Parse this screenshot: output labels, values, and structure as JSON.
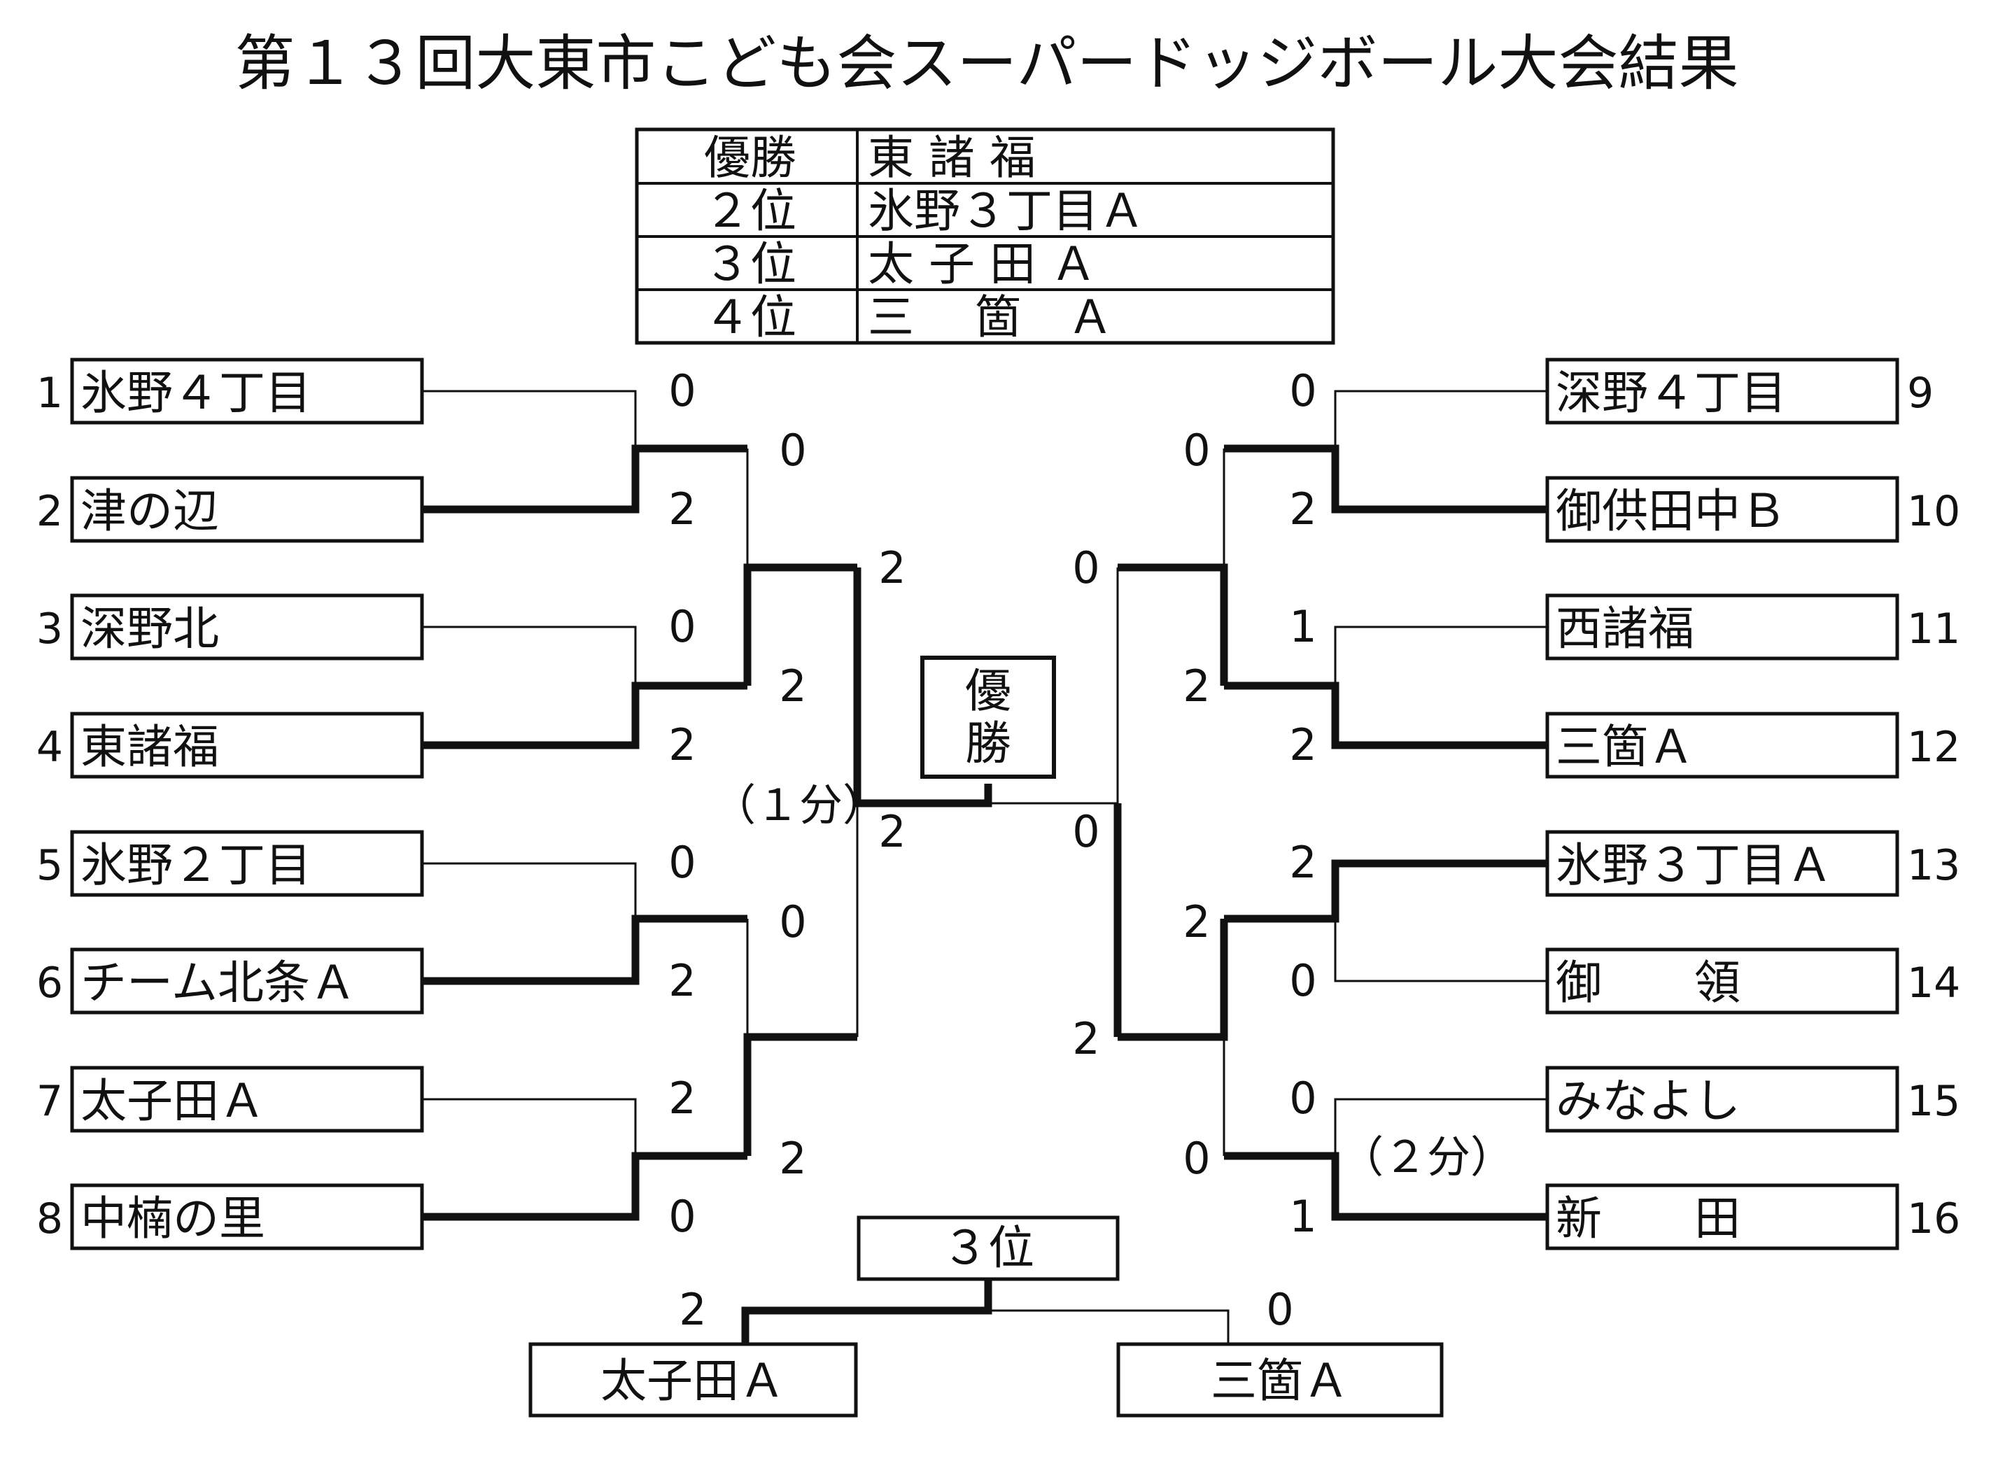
{
  "title": "第１３回大東市こども会スーパードッジボール大会結果",
  "results": [
    {
      "rank": "優勝",
      "team": "東 諸 福"
    },
    {
      "rank": "２位",
      "team": "氷野３丁目Ａ"
    },
    {
      "rank": "３位",
      "team": "太 子 田 Ａ"
    },
    {
      "rank": "４位",
      "team": "三　 箇　Ａ"
    }
  ],
  "left_teams": [
    {
      "seed": "1",
      "name": "氷野４丁目"
    },
    {
      "seed": "2",
      "name": "津の辺"
    },
    {
      "seed": "3",
      "name": "深野北"
    },
    {
      "seed": "4",
      "name": "東諸福"
    },
    {
      "seed": "5",
      "name": "氷野２丁目"
    },
    {
      "seed": "6",
      "name": "チーム北条Ａ"
    },
    {
      "seed": "7",
      "name": "太子田Ａ"
    },
    {
      "seed": "8",
      "name": "中楠の里"
    }
  ],
  "right_teams": [
    {
      "seed": "9",
      "name": "深野４丁目"
    },
    {
      "seed": "10",
      "name": "御供田中Ｂ"
    },
    {
      "seed": "11",
      "name": "西諸福"
    },
    {
      "seed": "12",
      "name": "三箇Ａ"
    },
    {
      "seed": "13",
      "name": "氷野３丁目Ａ"
    },
    {
      "seed": "14",
      "name": "御　　領"
    },
    {
      "seed": "15",
      "name": "みなよし"
    },
    {
      "seed": "16",
      "name": "新　　田"
    }
  ],
  "scores": {
    "left_r1": [
      "0",
      "2",
      "0",
      "2",
      "0",
      "2",
      "2",
      "0"
    ],
    "left_r2": [
      "0",
      "2",
      "0",
      "2"
    ],
    "left_r3": [
      "2",
      "2"
    ],
    "right_r1": [
      "0",
      "2",
      "1",
      "2",
      "2",
      "0",
      "0",
      "1"
    ],
    "right_r2": [
      "0",
      "2",
      "2",
      "0"
    ],
    "right_r3": [
      "0",
      "0",
      "2"
    ]
  },
  "notes": {
    "left_time": "（１分）",
    "right_time": "（２分）"
  },
  "final_label": "優\n勝",
  "third_place": {
    "label": "３位",
    "left_team": "太子田Ａ",
    "left_score": "2",
    "right_team": "三箇Ａ",
    "right_score": "0"
  },
  "colors": {
    "line": "#111111",
    "background": "#ffffff"
  }
}
